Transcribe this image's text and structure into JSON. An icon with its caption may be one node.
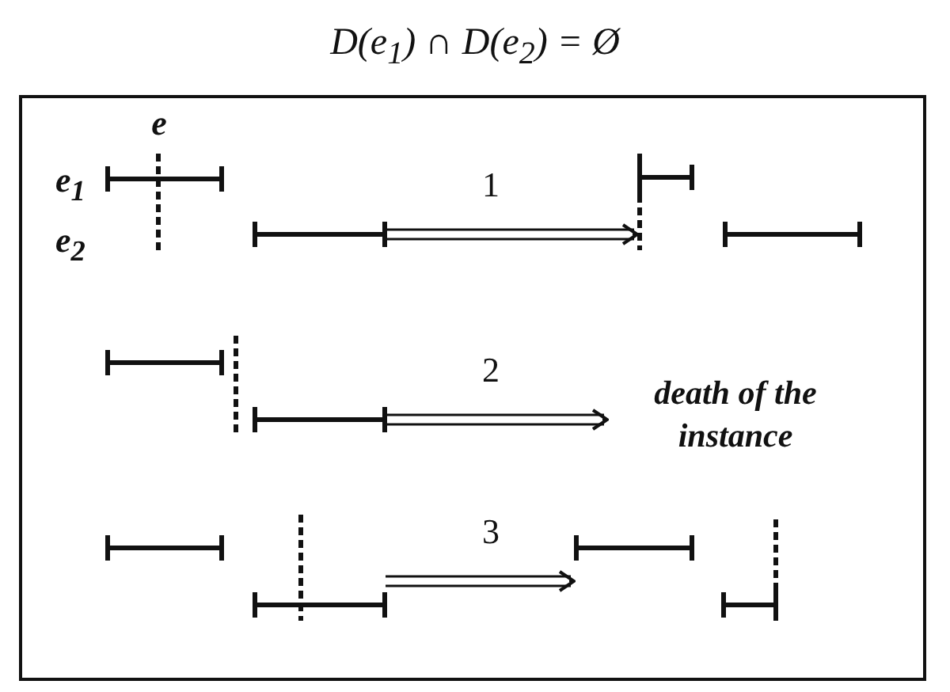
{
  "diagram": {
    "title": "D(e$_{1}$) ∩ D(e$_{2}$) = Ø",
    "nodes": [
      {
        "text": [],
        "shape": "box"
      },
      {
        "text": [
          "e",
          "e$_{1}$",
          "e$_{2}$"
        ],
        "in": 0
      },
      {
        "text": [],
        "shape": "picture",
        "in": 0
      },
      {
        "text": [],
        "shape": "picture",
        "in": 0
      },
      {
        "text": [
          "death of the instance"
        ],
        "in": 0
      },
      {
        "text": [],
        "shape": "picture",
        "in": 0
      },
      {
        "text": [],
        "shape": "picture",
        "in": 0
      }
    ],
    "edges": [
      {
        "from": 1,
        "to": 2,
        "arrow": "to",
        "label": "1"
      },
      {
        "from": 3,
        "to": 4,
        "arrow": "to",
        "label": "2"
      },
      {
        "from": 5,
        "to": 6,
        "arrow": "to",
        "label": "3"
      }
    ]
  }
}
